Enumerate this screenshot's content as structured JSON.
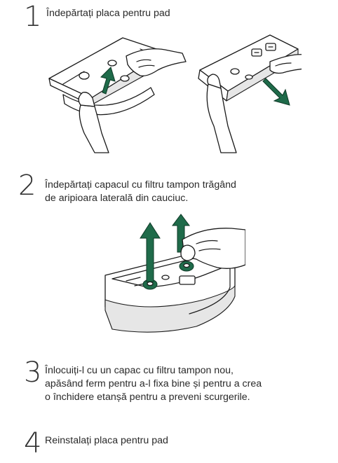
{
  "steps": [
    {
      "number": "1",
      "text": "Îndepărtați placa pentru pad"
    },
    {
      "number": "2",
      "text_line1": "Îndepărtați capacul cu filtru tampon trăgând",
      "text_line2": "de aripioara laterală din cauciuc."
    },
    {
      "number": "3",
      "text_line1": "Înlocuiți-l cu un capac cu filtru tampon nou,",
      "text_line2": "apăsând ferm pentru a-l fixa bine și pentru a crea",
      "text_line3": "o închidere etanșă pentru a preveni scurgerile."
    },
    {
      "number": "4",
      "text": "Reinstalați placa pentru pad"
    }
  ],
  "colors": {
    "accent_green": "#1f6b4a",
    "text": "#2a2a2a"
  }
}
